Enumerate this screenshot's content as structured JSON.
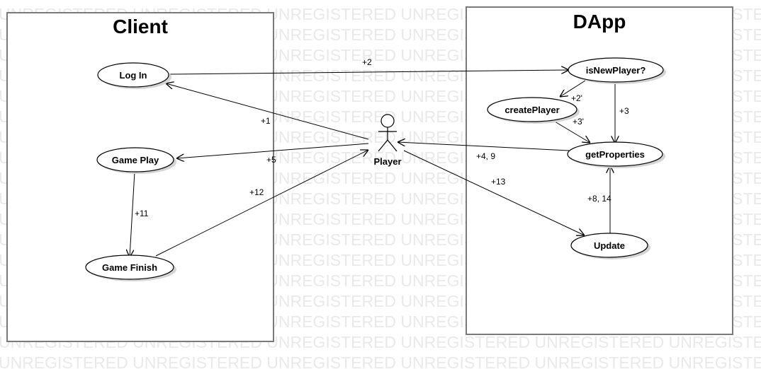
{
  "watermark": {
    "text": "UNREGISTERED",
    "color": "#e9e9e9"
  },
  "boxes": [
    {
      "id": "client",
      "title": "Client"
    },
    {
      "id": "dapp",
      "title": "DApp"
    }
  ],
  "actor": {
    "id": "player",
    "label": "Player"
  },
  "use_cases": [
    {
      "id": "login",
      "label": "Log In"
    },
    {
      "id": "gameplay",
      "label": "Game Play"
    },
    {
      "id": "gamefinish",
      "label": "Game Finish"
    },
    {
      "id": "isnewplayer",
      "label": "isNewPlayer?"
    },
    {
      "id": "createplayer",
      "label": "createPlayer"
    },
    {
      "id": "getproperties",
      "label": "getProperties"
    },
    {
      "id": "update",
      "label": "Update"
    }
  ],
  "edges": [
    {
      "id": "e1",
      "from": "player",
      "to": "login",
      "label": "+1"
    },
    {
      "id": "e2",
      "from": "login",
      "to": "isnewplayer",
      "label": "+2"
    },
    {
      "id": "e2p",
      "from": "isnewplayer",
      "to": "createplayer",
      "label": "+2'"
    },
    {
      "id": "e3",
      "from": "isnewplayer",
      "to": "getproperties",
      "label": "+3"
    },
    {
      "id": "e3p",
      "from": "createplayer",
      "to": "getproperties",
      "label": "+3'"
    },
    {
      "id": "e49",
      "from": "getproperties",
      "to": "player",
      "label": "+4, 9"
    },
    {
      "id": "e5",
      "from": "player",
      "to": "gameplay",
      "label": "+5"
    },
    {
      "id": "e814",
      "from": "update",
      "to": "getproperties",
      "label": "+8, 14"
    },
    {
      "id": "e11",
      "from": "gameplay",
      "to": "gamefinish",
      "label": "+11"
    },
    {
      "id": "e12",
      "from": "gamefinish",
      "to": "player",
      "label": "+12"
    },
    {
      "id": "e13",
      "from": "player",
      "to": "update",
      "label": "+13"
    }
  ]
}
